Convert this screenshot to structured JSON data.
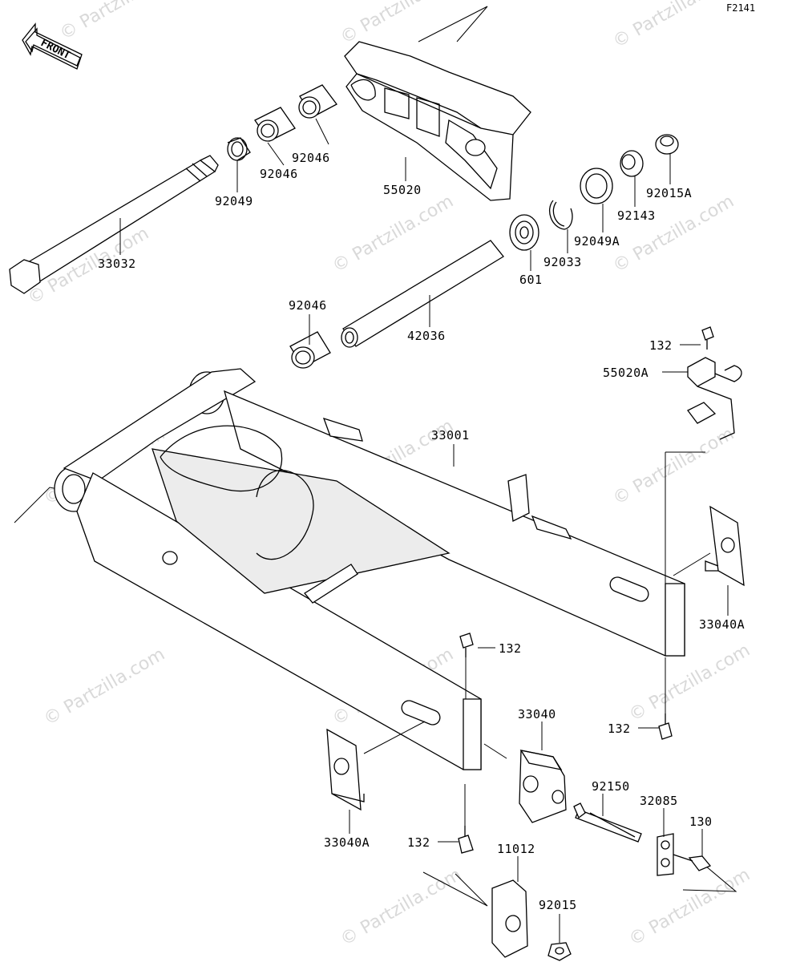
{
  "figure_code": "F2141",
  "front_label": "FRONT",
  "watermarks": [
    "© Partzilla.com",
    "© Partzilla.com",
    "© Partzilla.com",
    "© Partzilla.com",
    "© Partzilla.com",
    "© Partzilla.com",
    "© Partzilla.com",
    "© Partzilla.com",
    "© Partzilla.com",
    "© Partzilla.com",
    "© Partzilla.com",
    "© Partzilla.com",
    "© Partzilla.com",
    "© Partzilla.com"
  ],
  "parts": [
    {
      "id": "p55020",
      "label": "55020"
    },
    {
      "id": "p92046a",
      "label": "92046"
    },
    {
      "id": "p92046b",
      "label": "92046"
    },
    {
      "id": "p92049",
      "label": "92049"
    },
    {
      "id": "p33032",
      "label": "33032"
    },
    {
      "id": "p92015a",
      "label": "92015A"
    },
    {
      "id": "p92143",
      "label": "92143"
    },
    {
      "id": "p92049a",
      "label": "92049A"
    },
    {
      "id": "p92033",
      "label": "92033"
    },
    {
      "id": "p601",
      "label": "601"
    },
    {
      "id": "p92046c",
      "label": "92046"
    },
    {
      "id": "p42036",
      "label": "42036"
    },
    {
      "id": "p132a",
      "label": "132"
    },
    {
      "id": "p55020a",
      "label": "55020A"
    },
    {
      "id": "p33001",
      "label": "33001"
    },
    {
      "id": "p33040a1",
      "label": "33040A"
    },
    {
      "id": "p132b",
      "label": "132"
    },
    {
      "id": "p132c",
      "label": "132"
    },
    {
      "id": "p33040",
      "label": "33040"
    },
    {
      "id": "p92150",
      "label": "92150"
    },
    {
      "id": "p32085",
      "label": "32085"
    },
    {
      "id": "p130",
      "label": "130"
    },
    {
      "id": "p33040a2",
      "label": "33040A"
    },
    {
      "id": "p132d",
      "label": "132"
    },
    {
      "id": "p11012",
      "label": "11012"
    },
    {
      "id": "p92015",
      "label": "92015"
    }
  ]
}
